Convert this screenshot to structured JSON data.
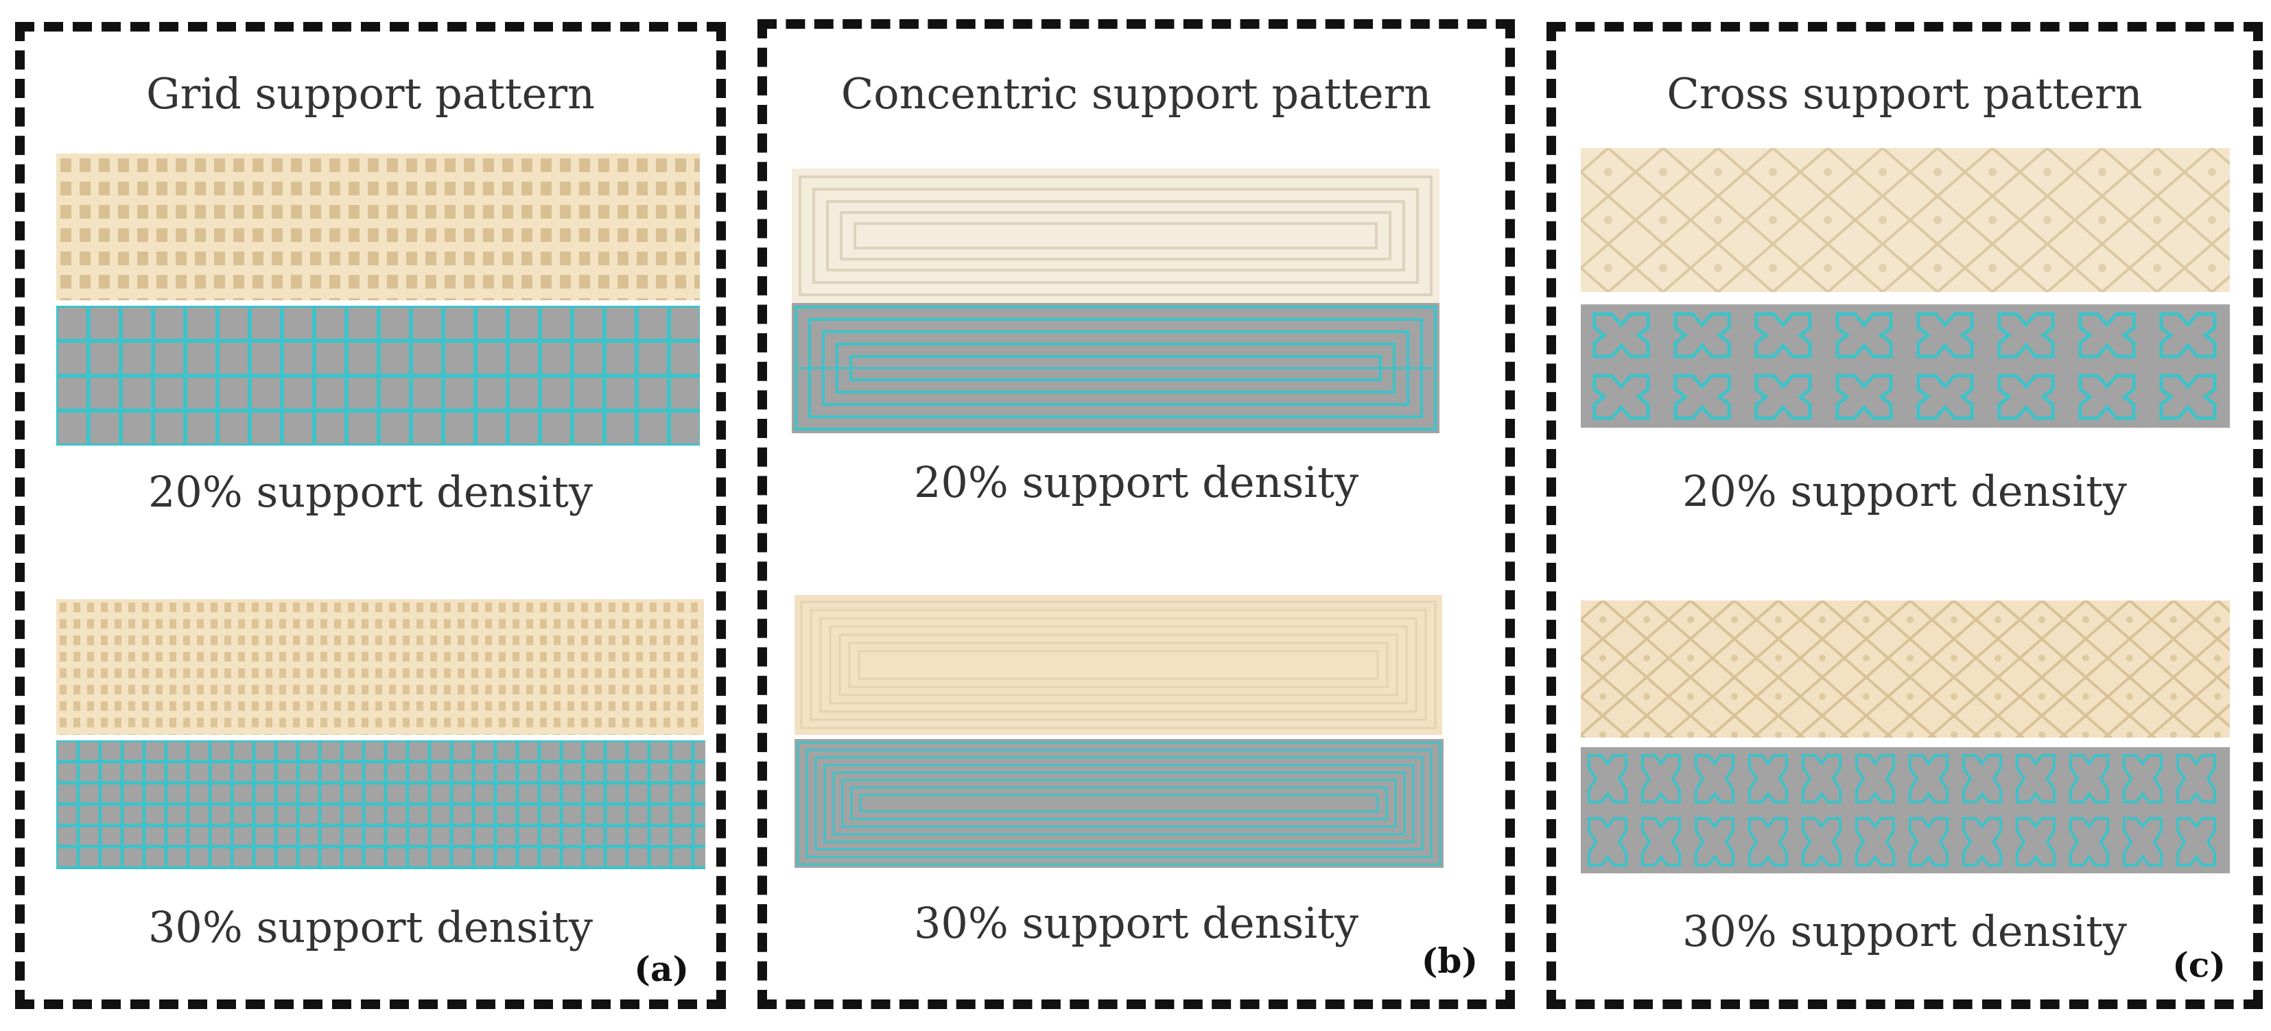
{
  "panels": [
    {
      "id": "a",
      "title": "Grid support pattern",
      "density_top": "20% support density",
      "density_bottom": "30% support density",
      "tag": "(a)"
    },
    {
      "id": "b",
      "title": "Concentric support pattern",
      "density_top": "20% support density",
      "density_bottom": "30% support density",
      "tag": "(b)"
    },
    {
      "id": "c",
      "title": "Cross support pattern",
      "density_top": "20% support density",
      "density_bottom": "30% support density",
      "tag": "(c)"
    }
  ],
  "colors": {
    "print_material": "#f1dfbd",
    "toolpath": "#3dc3c9",
    "preview_background": "#a3a3a3",
    "border": "#111111"
  }
}
